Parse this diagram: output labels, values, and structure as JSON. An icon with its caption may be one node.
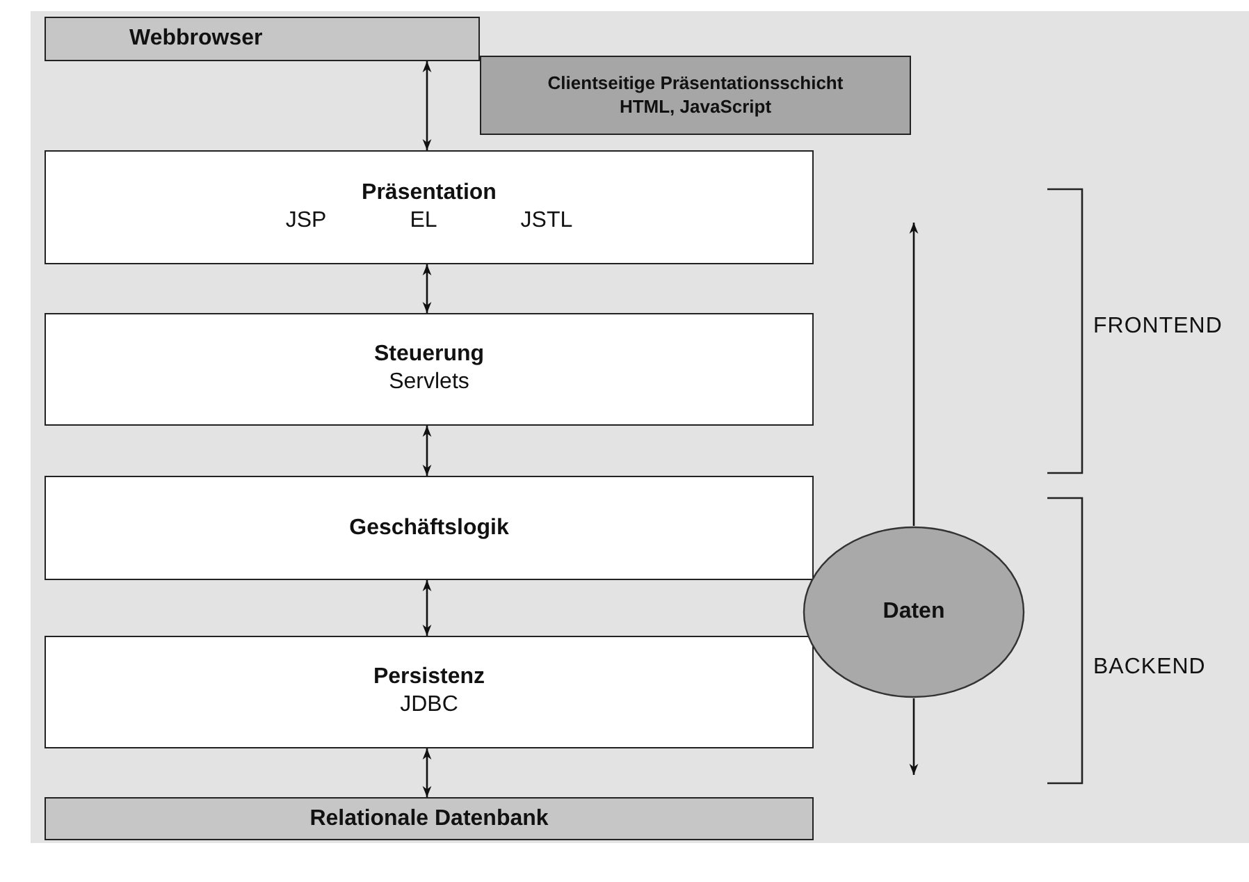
{
  "diagram": {
    "nodes": [
      {
        "text": [
          "Webbrowser"
        ]
      },
      {
        "text": [
          "Clientseitige Präsentationsschicht",
          "HTML, JavaScript"
        ]
      },
      {
        "text": [
          "Präsentation",
          "JSP",
          "EL",
          "JSTL"
        ]
      },
      {
        "text": [
          "Steuerung",
          "Servlets"
        ]
      },
      {
        "text": [
          "Geschäftslogik"
        ]
      },
      {
        "text": [
          "Persistenz",
          "JDBC"
        ]
      },
      {
        "text": [
          "Relationale Datenbank"
        ]
      },
      {
        "text": [
          "Daten"
        ]
      }
    ],
    "edges": [
      {
        "from": 0,
        "to": 2,
        "arrow": "both"
      },
      {
        "from": 2,
        "to": 3,
        "arrow": "both"
      },
      {
        "from": 3,
        "to": 4,
        "arrow": "both"
      },
      {
        "from": 4,
        "to": 5,
        "arrow": "both"
      },
      {
        "from": 5,
        "to": 6,
        "arrow": "both"
      },
      {
        "from": 7,
        "to": null,
        "arrow": "to"
      },
      {
        "from": 7,
        "to": null,
        "arrow": "to"
      }
    ],
    "labels": [
      "FRONTEND",
      "BACKEND"
    ]
  }
}
